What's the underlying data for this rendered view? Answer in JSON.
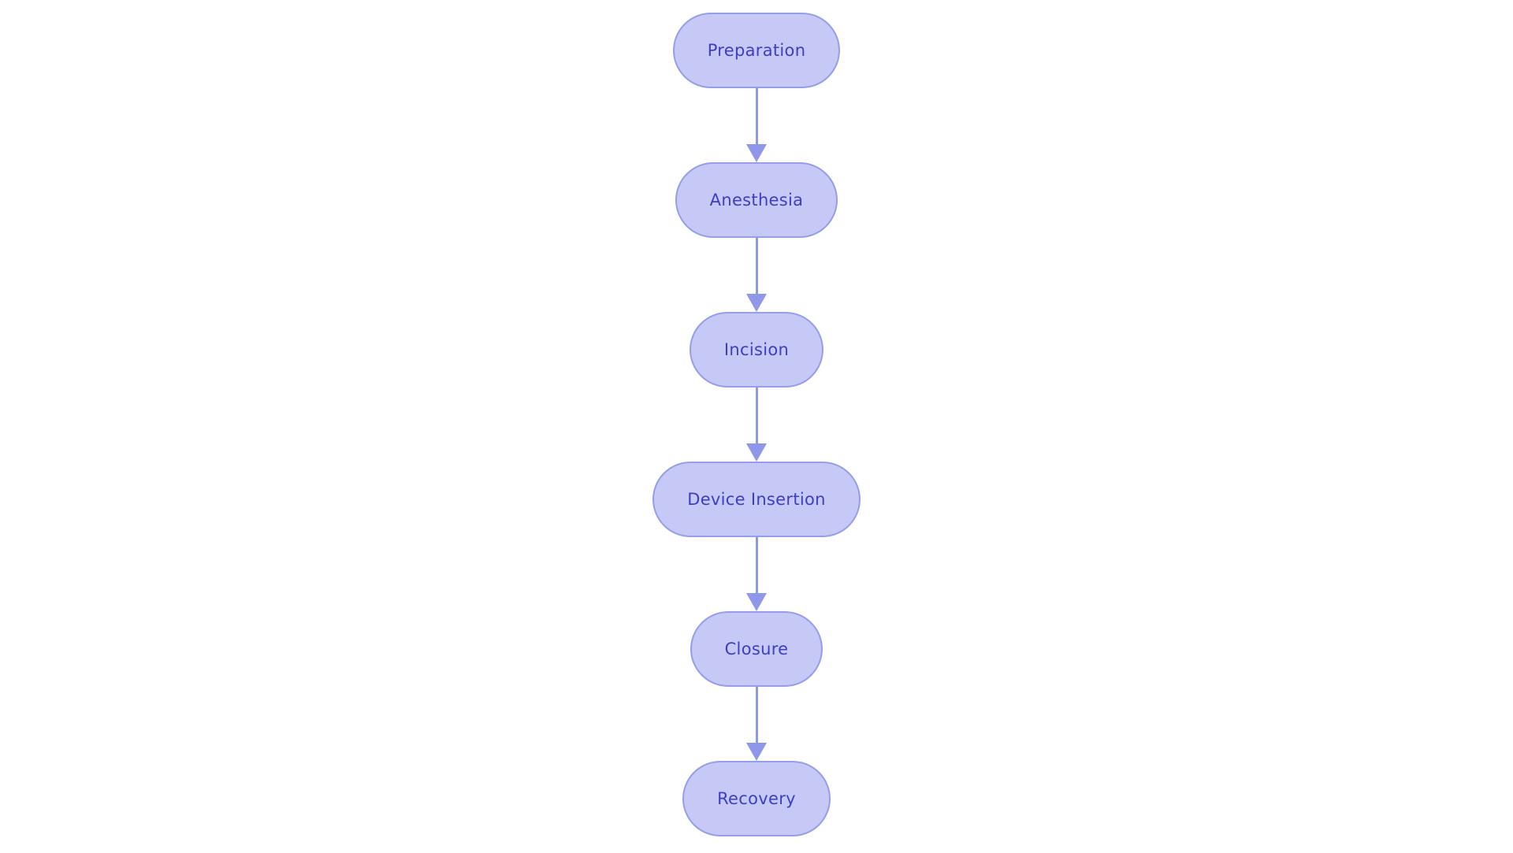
{
  "diagram": {
    "type": "flowchart",
    "direction": "top-down",
    "nodes": [
      {
        "id": "preparation",
        "label": "Preparation"
      },
      {
        "id": "anesthesia",
        "label": "Anesthesia"
      },
      {
        "id": "incision",
        "label": "Incision"
      },
      {
        "id": "device-insertion",
        "label": "Device Insertion"
      },
      {
        "id": "closure",
        "label": "Closure"
      },
      {
        "id": "recovery",
        "label": "Recovery"
      }
    ],
    "edges": [
      {
        "from": "Preparation",
        "to": "Anesthesia"
      },
      {
        "from": "Anesthesia",
        "to": "Incision"
      },
      {
        "from": "Incision",
        "to": "Device Insertion"
      },
      {
        "from": "Device Insertion",
        "to": "Closure"
      },
      {
        "from": "Closure",
        "to": "Recovery"
      }
    ]
  },
  "colors": {
    "background": "#ffffff",
    "node_fill": "#c6c9f6",
    "node_border": "#969de9",
    "node_text": "#3e3ec5",
    "arrow": "#8f97ea"
  }
}
